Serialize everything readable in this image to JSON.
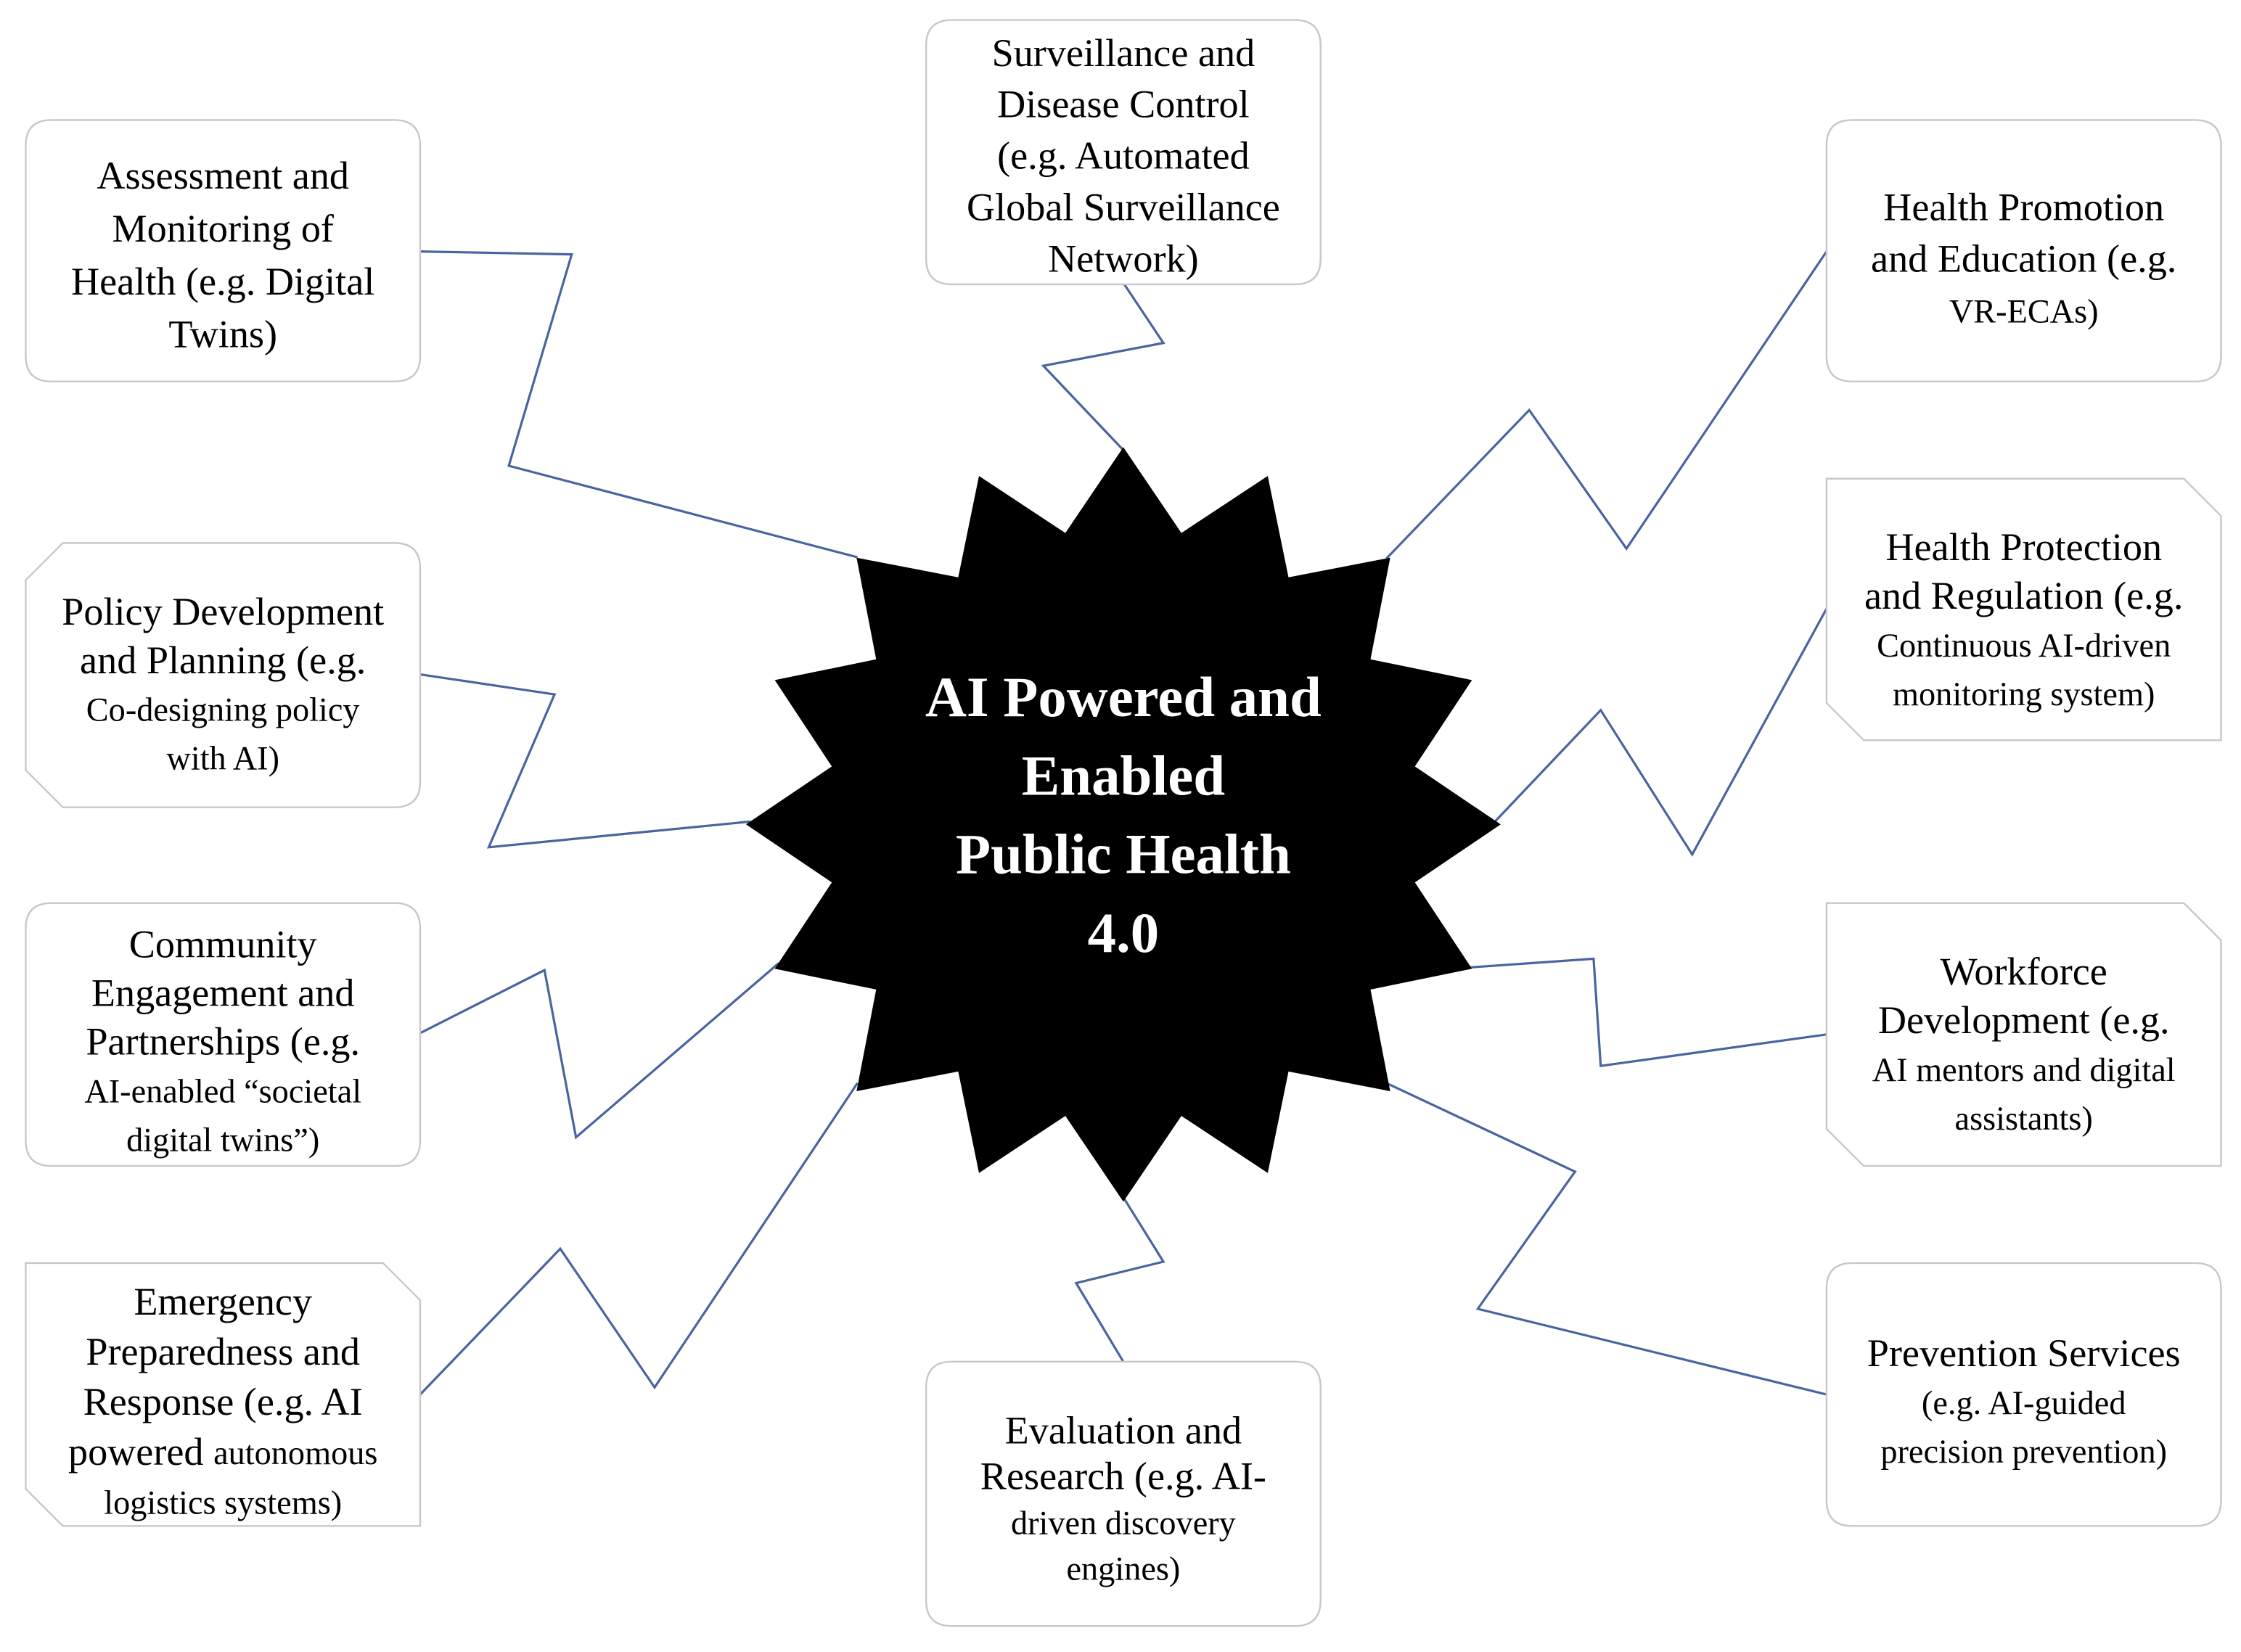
{
  "center": {
    "lines": [
      "AI Powered and",
      "Enabled",
      "Public Health",
      "4.0"
    ]
  },
  "colors": {
    "connector": "#4a64a0",
    "box_border": "#c8c8c8",
    "star_fill": "#000000",
    "center_text": "#ffffff"
  },
  "nodes": [
    {
      "id": "assessment",
      "lines": [
        {
          "text": "Assessment and",
          "size": "large"
        },
        {
          "text": "Monitoring of",
          "size": "large"
        },
        {
          "text": "Health (e.g. Digital",
          "size": "large"
        },
        {
          "text": "Twins)",
          "size": "large"
        }
      ]
    },
    {
      "id": "surveillance",
      "lines": [
        {
          "text": "Surveillance and",
          "size": "large"
        },
        {
          "text": "Disease Control",
          "size": "large"
        },
        {
          "text": "(e.g. Automated",
          "size": "large"
        },
        {
          "text": "Global Surveillance",
          "size": "large"
        },
        {
          "text": "Network)",
          "size": "large"
        }
      ]
    },
    {
      "id": "promotion",
      "lines": [
        {
          "text": "Health Promotion",
          "size": "large"
        },
        {
          "text": "and Education (e.g.",
          "size": "large"
        },
        {
          "text": "VR-ECAs)",
          "size": "small"
        }
      ]
    },
    {
      "id": "policy",
      "lines": [
        {
          "text": "Policy Development",
          "size": "large"
        },
        {
          "text": "and Planning (e.g.",
          "size": "large"
        },
        {
          "text": "Co-designing policy",
          "size": "small"
        },
        {
          "text": "with AI)",
          "size": "small"
        }
      ]
    },
    {
      "id": "protection",
      "lines": [
        {
          "text": "Health Protection",
          "size": "large"
        },
        {
          "text": "and Regulation (e.g.",
          "size": "large"
        },
        {
          "text": "Continuous AI-driven",
          "size": "small"
        },
        {
          "text": "monitoring system)",
          "size": "small"
        }
      ]
    },
    {
      "id": "community",
      "lines": [
        {
          "text": "Community",
          "size": "large"
        },
        {
          "text": "Engagement and",
          "size": "large"
        },
        {
          "text": "Partnerships (e.g.",
          "size": "large"
        },
        {
          "text": "AI-enabled “societal",
          "size": "small"
        },
        {
          "text": "digital twins”)",
          "size": "small"
        }
      ]
    },
    {
      "id": "workforce",
      "lines": [
        {
          "text": "Workforce",
          "size": "large"
        },
        {
          "text": "Development (e.g.",
          "size": "large"
        },
        {
          "text": "AI mentors and digital",
          "size": "small"
        },
        {
          "text": "assistants)",
          "size": "small"
        }
      ]
    },
    {
      "id": "emergency",
      "lines": [
        {
          "text": "Emergency",
          "size": "large"
        },
        {
          "text": "Preparedness and",
          "size": "large"
        },
        {
          "text": "Response (e.g. AI",
          "size": "large"
        },
        {
          "text": "powered",
          "size": "large",
          "append": "autonomous",
          "append_size": "small"
        },
        {
          "text": "logistics systems)",
          "size": "small"
        }
      ]
    },
    {
      "id": "evaluation",
      "lines": [
        {
          "text": "Evaluation and",
          "size": "large"
        },
        {
          "text": "Research (e.g. AI-",
          "size": "large"
        },
        {
          "text": "driven discovery",
          "size": "small"
        },
        {
          "text": "engines)",
          "size": "small"
        }
      ]
    },
    {
      "id": "prevention",
      "lines": [
        {
          "text": "Prevention Services",
          "size": "large"
        },
        {
          "text": "(e.g. AI-guided",
          "size": "small"
        },
        {
          "text": "precision prevention)",
          "size": "small"
        }
      ]
    }
  ]
}
